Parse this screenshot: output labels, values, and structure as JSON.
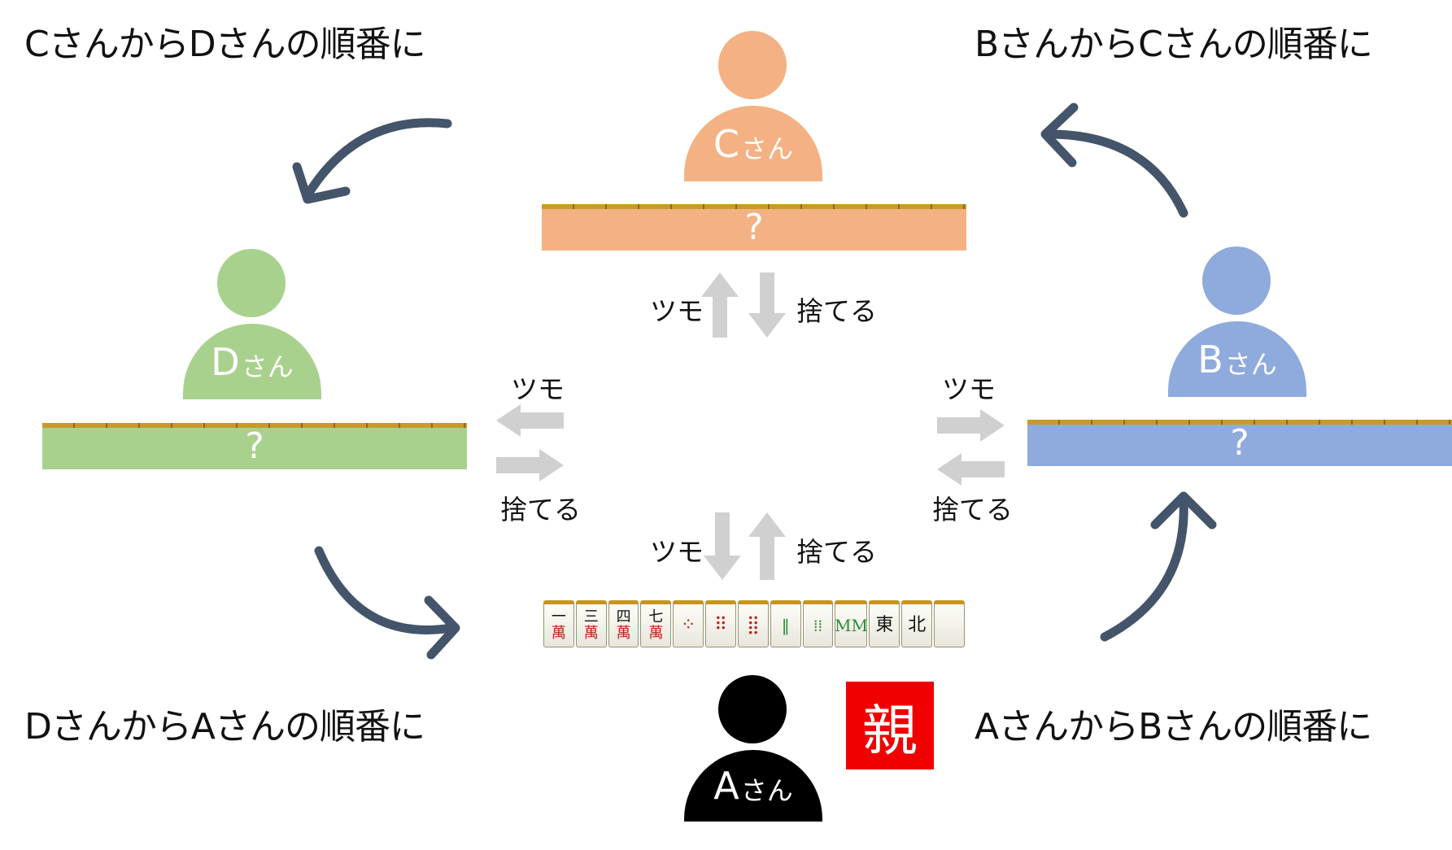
{
  "colors": {
    "A": "#000000",
    "B": "#8faadc",
    "C": "#f4b183",
    "D": "#a9d18e",
    "oya": "#ff0000",
    "curved_arrow": "#44546a",
    "flow_arrow": "#d0d0d0"
  },
  "captions": {
    "top_left": "CさんからDさんの順番に",
    "top_right": "BさんからCさんの順番に",
    "bottom_left": "DさんからAさんの順番に",
    "bottom_right": "AさんからBさんの順番に"
  },
  "players": {
    "A": {
      "letter": "A",
      "suffix": "さん"
    },
    "B": {
      "letter": "B",
      "suffix": "さん"
    },
    "C": {
      "letter": "C",
      "suffix": "さん"
    },
    "D": {
      "letter": "D",
      "suffix": "さん"
    }
  },
  "hidden_hand": "?",
  "oya": "親",
  "labels": {
    "c_tsumo": "ツモ",
    "c_suteru": "捨てる",
    "d_tsumo": "ツモ",
    "d_suteru": "捨てる",
    "b_tsumo": "ツモ",
    "b_suteru": "捨てる",
    "a_tsumo": "ツモ",
    "a_suteru": "捨てる"
  },
  "hand_tiles": [
    {
      "top": "一",
      "bottom": "萬",
      "icon": "manzu-1-tile"
    },
    {
      "top": "三",
      "bottom": "萬",
      "icon": "manzu-3-tile"
    },
    {
      "top": "四",
      "bottom": "萬",
      "icon": "manzu-4-tile"
    },
    {
      "top": "七",
      "bottom": "萬",
      "icon": "manzu-7-tile"
    },
    {
      "top": "",
      "bottom": "",
      "icon": "pinzu-5-tile"
    },
    {
      "top": "",
      "bottom": "",
      "icon": "pinzu-6-tile"
    },
    {
      "top": "",
      "bottom": "",
      "icon": "pinzu-7-tile"
    },
    {
      "top": "",
      "bottom": "",
      "icon": "souzu-2-tile"
    },
    {
      "top": "",
      "bottom": "",
      "icon": "souzu-6-tile"
    },
    {
      "top": "",
      "bottom": "",
      "icon": "souzu-8-tile"
    },
    {
      "top": "東",
      "bottom": "",
      "icon": "east-wind-tile"
    },
    {
      "top": "北",
      "bottom": "",
      "icon": "north-wind-tile"
    },
    {
      "top": "",
      "bottom": "",
      "icon": "white-dragon-tile"
    }
  ]
}
